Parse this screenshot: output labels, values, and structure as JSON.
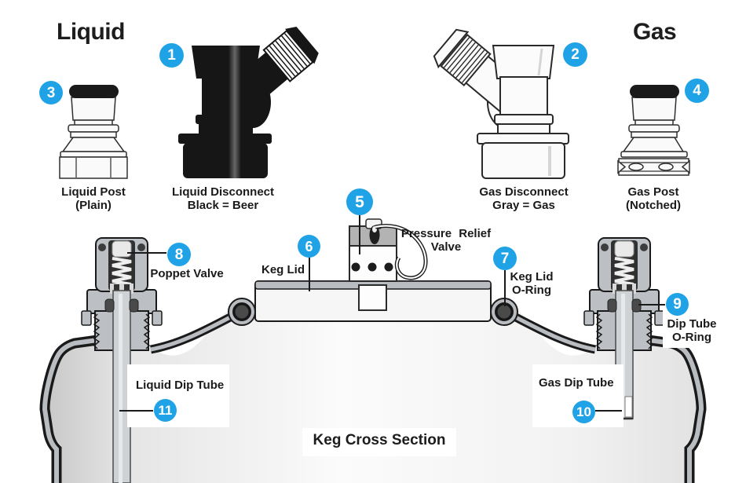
{
  "headings": {
    "liquid": "Liquid",
    "gas": "Gas"
  },
  "colors": {
    "accent_blue": "#1FA3E6",
    "outline": "#1A1A1A",
    "metal_gray": "#B9BDC1",
    "oring_dark": "#4A4A4A",
    "black_part": "#161616",
    "white_part": "#FBFBFB"
  },
  "callouts": {
    "c1": "1",
    "c2": "2",
    "c3": "3",
    "c4": "4",
    "c5": "5",
    "c6": "6",
    "c7": "7",
    "c8": "8",
    "c9": "9",
    "c10": "10",
    "c11": "11"
  },
  "top_parts": {
    "liquid_post": {
      "line1": "Liquid Post",
      "line2": "(Plain)"
    },
    "liquid_disconnect": {
      "line1": "Liquid Disconnect",
      "line2": "Black = Beer"
    },
    "gas_disconnect": {
      "line1": "Gas Disconnect",
      "line2": "Gray = Gas"
    },
    "gas_post": {
      "line1": "Gas Post",
      "line2": "(Notched)"
    }
  },
  "cross_section": {
    "caption": "Keg Cross Section",
    "labels": {
      "pressure_relief_valve": {
        "line1": "Pressure Relief",
        "line2": "Valve"
      },
      "keg_lid": {
        "text": "Keg Lid"
      },
      "keg_lid_oring": {
        "line1": "Keg Lid",
        "line2": "O-Ring"
      },
      "poppet_valve": {
        "text": "Poppet Valve"
      },
      "dip_tube_oring": {
        "line1": "Dip Tube",
        "line2": "O-Ring"
      },
      "gas_dip_tube": {
        "text": "Gas Dip Tube"
      },
      "liquid_dip_tube": {
        "text": "Liquid Dip Tube"
      }
    }
  }
}
